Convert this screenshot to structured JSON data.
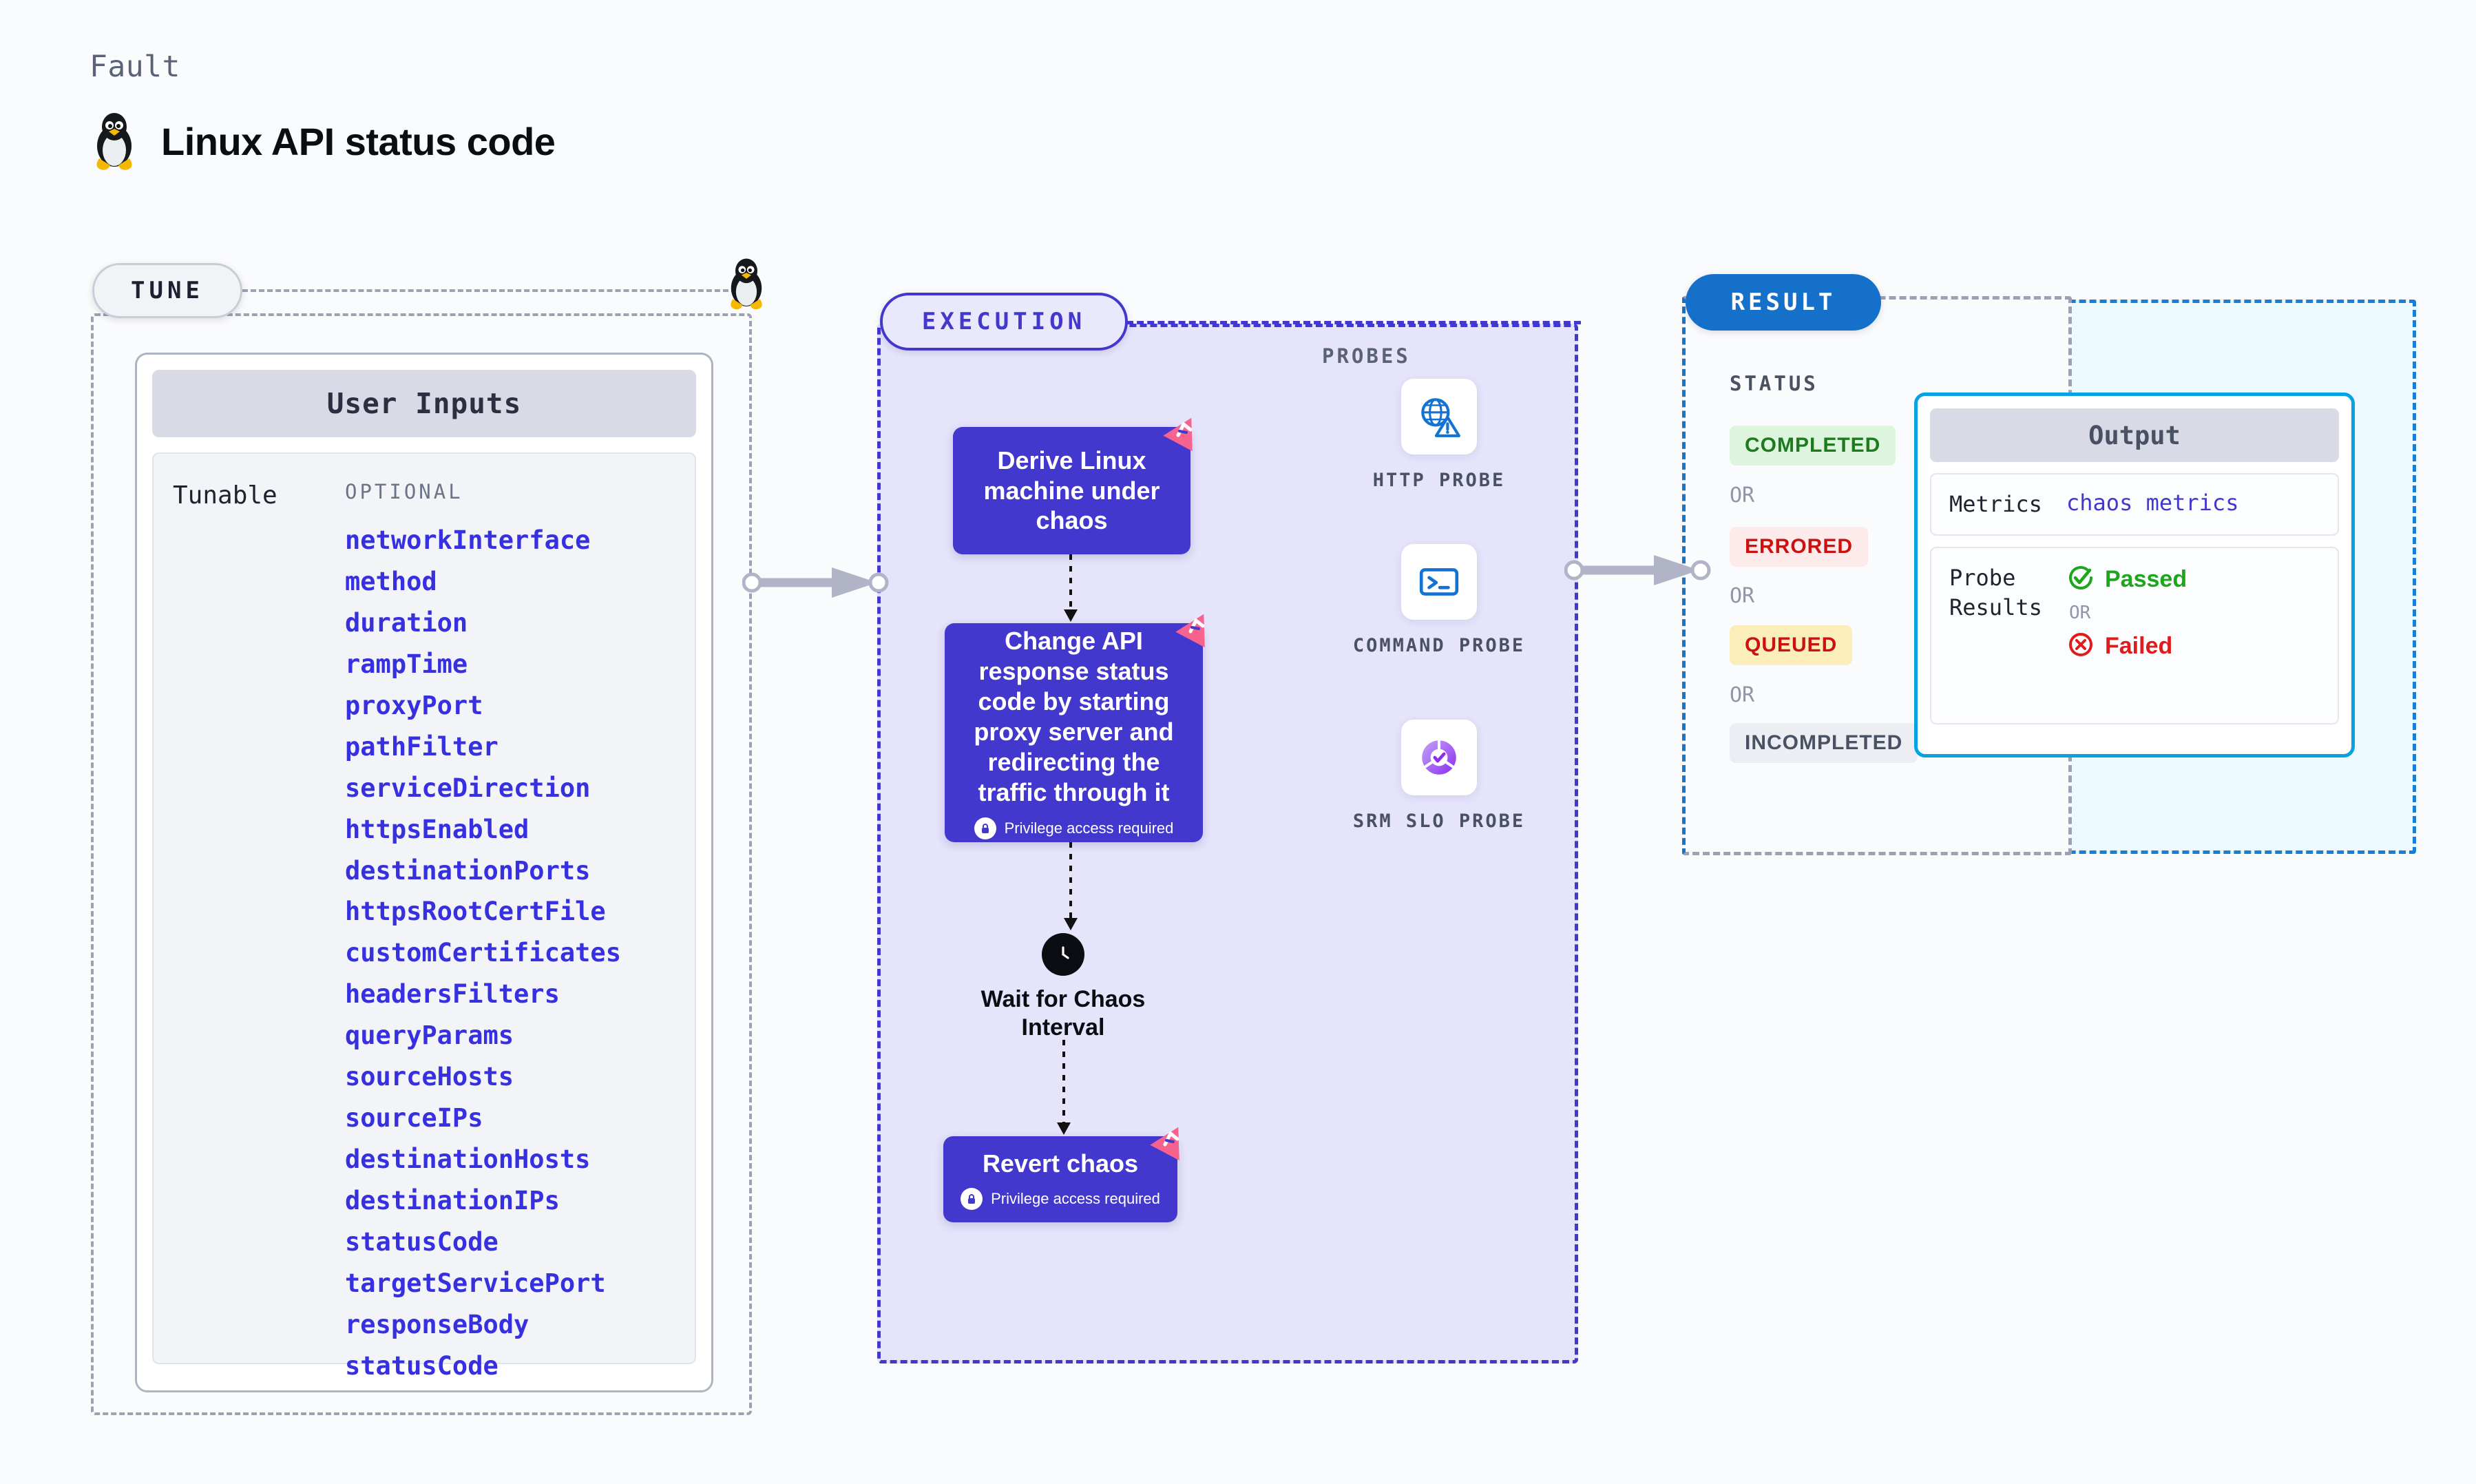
{
  "header": {
    "kicker": "Fault",
    "title": "Linux API status code",
    "icon": "linux-tux-icon"
  },
  "tune": {
    "pill_label": "TUNE",
    "card_title": "User Inputs",
    "tunable_label": "Tunable",
    "optional_label": "OPTIONAL",
    "params": [
      "networkInterface",
      "method",
      "duration",
      "rampTime",
      "proxyPort",
      "pathFilter",
      "serviceDirection",
      "httpsEnabled",
      "destinationPorts",
      "httpsRootCertFile",
      "customCertificates",
      "headersFilters",
      "queryParams",
      "sourceHosts",
      "sourceIPs",
      "destinationHosts",
      "destinationIPs",
      "statusCode",
      "targetServicePort",
      "responseBody",
      "statusCode"
    ]
  },
  "execution": {
    "pill_label": "EXECUTION",
    "nodes": [
      {
        "title": "Derive Linux machine under chaos",
        "privilege": null
      },
      {
        "title": "Change API response status code by starting proxy server and redirecting the traffic through it",
        "privilege": "Privilege access required"
      },
      {
        "title": "Revert chaos",
        "privilege": "Privilege access required"
      }
    ],
    "wait_node": {
      "icon": "clock-icon",
      "label": "Wait for Chaos Interval"
    }
  },
  "probes": {
    "title": "PROBES",
    "items": [
      {
        "label": "HTTP PROBE",
        "icon": "globe-warning-icon"
      },
      {
        "label": "COMMAND PROBE",
        "icon": "terminal-icon"
      },
      {
        "label": "SRM SLO PROBE",
        "icon": "slo-donut-check-icon"
      }
    ]
  },
  "result": {
    "pill_label": "RESULT",
    "status_title": "STATUS",
    "or_label": "OR",
    "statuses": [
      {
        "label": "COMPLETED",
        "color": "#1f7a1f",
        "bg": "#ddf5dd"
      },
      {
        "label": "ERRORED",
        "color": "#cc1111",
        "bg": "#fdeaea"
      },
      {
        "label": "QUEUED",
        "color": "#cc1111",
        "bg": "#fceeba"
      },
      {
        "label": "INCOMPLETED",
        "color": "#4a5163",
        "bg": "#eceef4"
      }
    ],
    "output": {
      "title": "Output",
      "metrics_key": "Metrics",
      "metrics_value": "chaos metrics",
      "probe_results_key": "Probe Results",
      "passed_label": "Passed",
      "failed_label": "Failed",
      "or_label": "OR",
      "passed_icon": "check-circle-icon",
      "failed_icon": "x-circle-icon"
    }
  },
  "colors": {
    "accent_indigo": "#4338ce",
    "accent_blue": "#1470c8",
    "accent_cyan": "#07a3e0",
    "param_blue": "#3730e0",
    "pink_badge": "#f7628f",
    "pass_green": "#1aa81a",
    "fail_red": "#e01b1b"
  }
}
